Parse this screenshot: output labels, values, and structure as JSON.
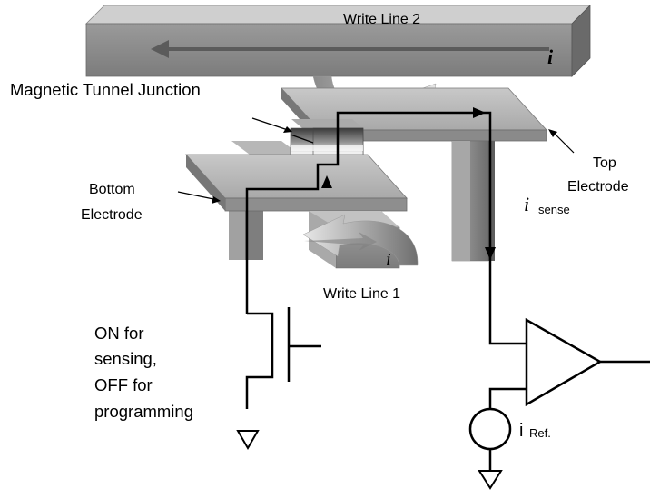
{
  "labels": {
    "write_line_2": "Write Line 2",
    "write_line_1": "Write Line 1",
    "mtj": "Magnetic Tunnel Junction",
    "bottom_electrode_1": "Bottom",
    "bottom_electrode_2": "Electrode",
    "top_electrode_1": "Top",
    "top_electrode_2": "Electrode",
    "current_symbol": "i",
    "sense_sub": "sense",
    "transistor_note": [
      "ON for",
      "sensing,",
      "OFF for",
      "programming"
    ],
    "ref_symbol": "i",
    "ref_sub": "Ref."
  },
  "colors": {
    "block_top": "#bdbdbd",
    "block_front": "#8c8c8c",
    "block_side": "#6e6e6e",
    "arrow_dark": "#7a7a7a",
    "arrow_light": "#d4d4d4",
    "line": "#000000"
  }
}
